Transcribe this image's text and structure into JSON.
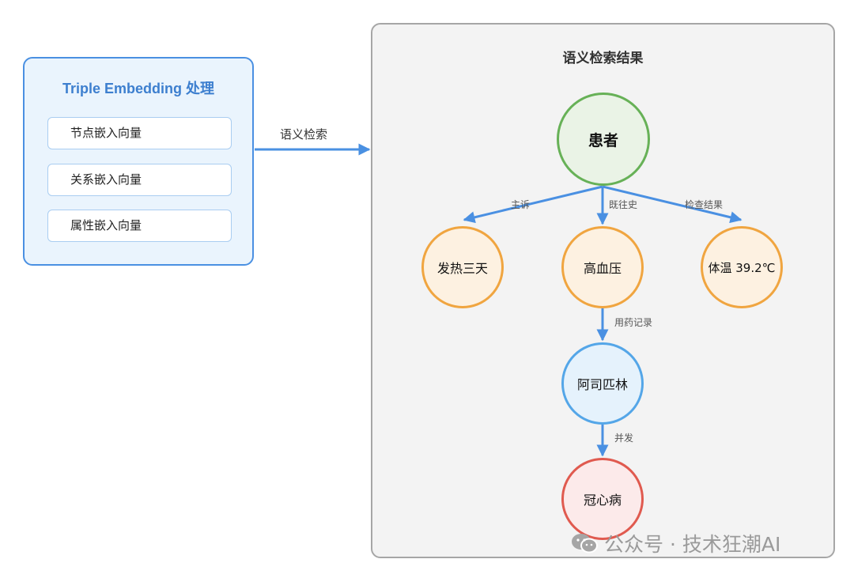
{
  "left_panel": {
    "title": "Triple Embedding 处理",
    "items": [
      "节点嵌入向量",
      "关系嵌入向量",
      "属性嵌入向量"
    ]
  },
  "arrow_label": "语义检索",
  "right_panel": {
    "title": "语义检索结果",
    "nodes": {
      "patient": "患者",
      "fever": "发热三天",
      "hypertension": "高血压",
      "temperature": "体温 39.2℃",
      "aspirin": "阿司匹林",
      "chd": "冠心病"
    },
    "edges": {
      "chief_complaint": "主诉",
      "history": "既往史",
      "exam_result": "检查结果",
      "medication": "用药记录",
      "complication": "并发"
    }
  },
  "watermark": "公众号 · 技术狂潮AI",
  "colors": {
    "arrow": "#4a90e2",
    "patient_fill": "#eaf3e6",
    "patient_border": "#67b157",
    "finding_fill": "#fdf1e1",
    "finding_border": "#f0a540",
    "drug_fill": "#e5f2fc",
    "drug_border": "#54a6e8",
    "disease_fill": "#fceaea",
    "disease_border": "#e05a4f"
  }
}
